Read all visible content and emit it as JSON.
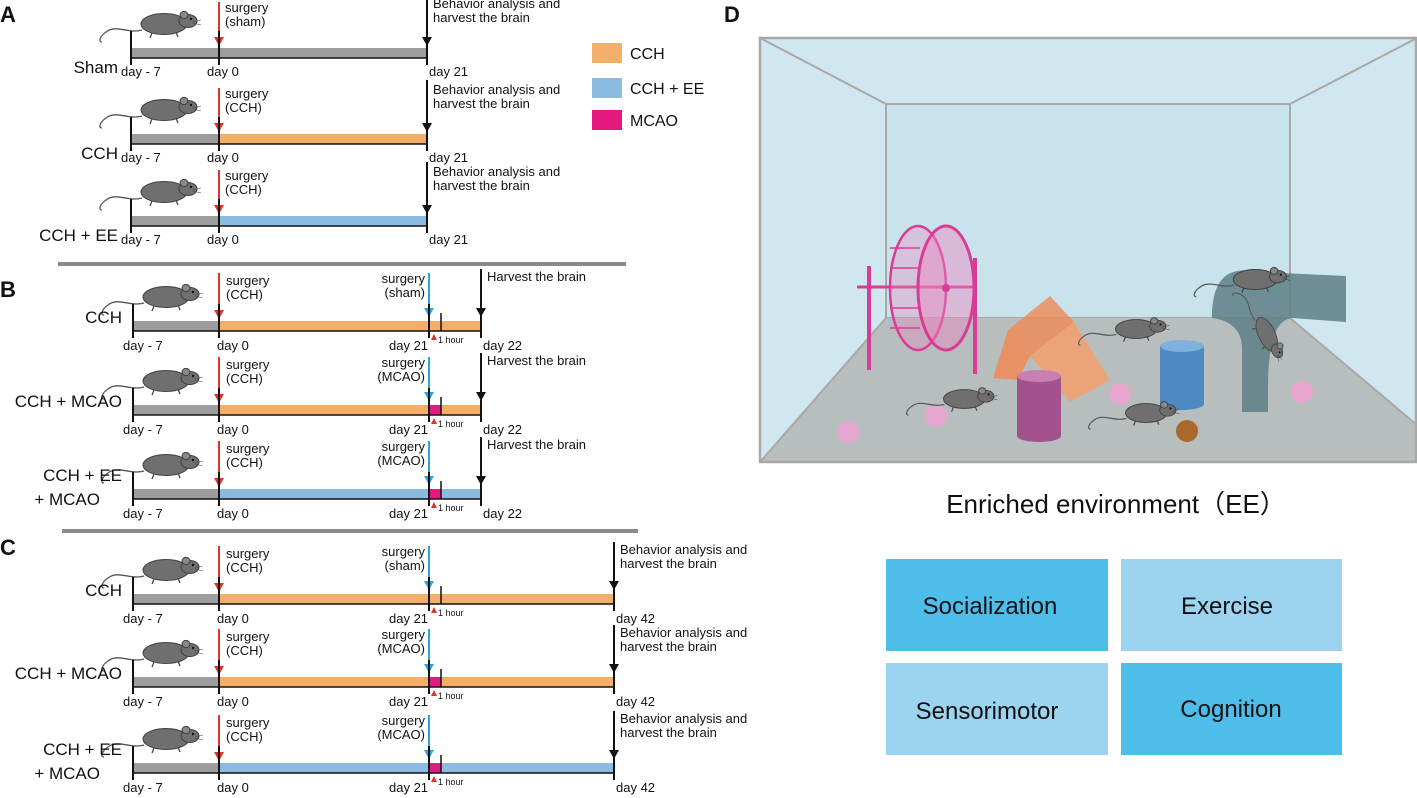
{
  "colors": {
    "baseline": "#9d9d9d",
    "CCH": "#f3ae6a",
    "CCH + EE": "#8cbbe2",
    "MCAO": "#e5197d",
    "red_arrow": "#e2332a",
    "blue_arrow": "#2ba6dd",
    "box_dark": "#4fbdea",
    "box_light": "#9cd3f0",
    "separator": "#8a8a8a"
  },
  "legend": [
    {
      "label": "CCH",
      "color_key": "CCH"
    },
    {
      "label": "CCH + EE",
      "color_key": "CCH + EE"
    },
    {
      "label": "MCAO",
      "color_key": "MCAO"
    }
  ],
  "panelA": {
    "label": "A",
    "rows": [
      {
        "group": "Sham",
        "seg": "baseline",
        "s1": "surgery",
        "s2": "(sham)",
        "e1": "Behavior analysis and",
        "e2": "harvest the brain",
        "d0": "day - 7",
        "d1": "day 0",
        "d2": "day 21"
      },
      {
        "group": "CCH",
        "seg": "CCH",
        "s1": "surgery",
        "s2": "(CCH)",
        "e1": "Behavior analysis and",
        "e2": "harvest the brain",
        "d0": "day - 7",
        "d1": "day 0",
        "d2": "day 21"
      },
      {
        "group": "CCH + EE",
        "seg": "CCH + EE",
        "s1": "surgery",
        "s2": "(CCH)",
        "e1": "Behavior analysis and",
        "e2": "harvest the brain",
        "d0": "day - 7",
        "d1": "day 0",
        "d2": "day 21"
      }
    ]
  },
  "panelB": {
    "label": "B",
    "rows": [
      {
        "g1": "CCH",
        "g2": "",
        "seg": "CCH",
        "m": false,
        "s1": "surgery",
        "s2": "(CCH)",
        "t1": "surgery",
        "t2": "(sham)",
        "e1": "Harvest the brain",
        "d0": "day - 7",
        "d1": "day 0",
        "d2": "day 21",
        "d3": "day 22",
        "h": "1 hour"
      },
      {
        "g1": "CCH + MCAO",
        "g2": "",
        "seg": "CCH",
        "m": true,
        "s1": "surgery",
        "s2": "(CCH)",
        "t1": "surgery",
        "t2": "(MCAO)",
        "e1": "Harvest the brain",
        "d0": "day - 7",
        "d1": "day 0",
        "d2": "day 21",
        "d3": "day 22",
        "h": "1 hour"
      },
      {
        "g1": "CCH + EE",
        "g2": "+ MCAO",
        "seg": "CCH + EE",
        "m": true,
        "s1": "surgery",
        "s2": "(CCH)",
        "t1": "surgery",
        "t2": "(MCAO)",
        "e1": "Harvest the brain",
        "d0": "day - 7",
        "d1": "day 0",
        "d2": "day 21",
        "d3": "day 22",
        "h": "1 hour"
      }
    ]
  },
  "panelC": {
    "label": "C",
    "rows": [
      {
        "g1": "CCH",
        "g2": "",
        "seg": "CCH",
        "m": false,
        "s1": "surgery",
        "s2": "(CCH)",
        "t1": "surgery",
        "t2": "(sham)",
        "e1": "Behavior analysis and",
        "e2": "harvest the brain",
        "d0": "day - 7",
        "d1": "day 0",
        "d2": "day 21",
        "d3": "day 42",
        "h": "1 hour"
      },
      {
        "g1": "CCH + MCAO",
        "g2": "",
        "seg": "CCH",
        "m": true,
        "s1": "surgery",
        "s2": "(CCH)",
        "t1": "surgery",
        "t2": "(MCAO)",
        "e1": "Behavior analysis and",
        "e2": "harvest the brain",
        "d0": "day - 7",
        "d1": "day 0",
        "d2": "day 21",
        "d3": "day 42",
        "h": "1 hour"
      },
      {
        "g1": "CCH + EE",
        "g2": "+ MCAO",
        "seg": "CCH + EE",
        "m": true,
        "s1": "surgery",
        "s2": "(CCH)",
        "t1": "surgery",
        "t2": "(MCAO)",
        "e1": "Behavior analysis and",
        "e2": "harvest the brain",
        "d0": "day - 7",
        "d1": "day 0",
        "d2": "day 21",
        "d3": "day 42",
        "h": "1 hour"
      }
    ]
  },
  "panelD": {
    "label": "D",
    "caption": "Enriched environment（EE）",
    "boxes": [
      {
        "label": "Socialization",
        "shade": "box_dark"
      },
      {
        "label": "Exercise",
        "shade": "box_light"
      },
      {
        "label": "Sensorimotor",
        "shade": "box_light"
      },
      {
        "label": "Cognition",
        "shade": "box_dark"
      }
    ]
  }
}
